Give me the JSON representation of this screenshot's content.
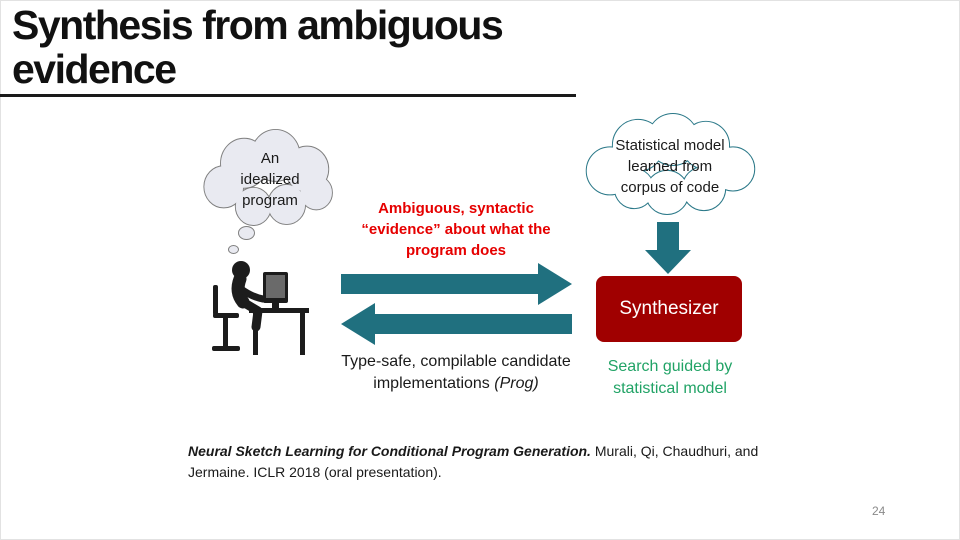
{
  "colors": {
    "teal": "#20707F",
    "dark_red": "#A00000",
    "red_text": "#E60000",
    "green_text": "#21A366",
    "cloud_fill": "#E9EAF1",
    "cloud_stroke": "#7F7F7F",
    "stat_cloud_stroke": "#2A7888"
  },
  "slide": {
    "title": "Synthesis from ambiguous\nevidence",
    "page_number": "24"
  },
  "diagram": {
    "thought_cloud_text": "An\nidealized\nprogram",
    "stat_cloud_text": "Statistical model\nlearned from\ncorpus of code",
    "ambiguous_label": "Ambiguous, syntactic\n“evidence” about what the\nprogram does",
    "candidate_label": "Type-safe, compilable candidate implementations ",
    "candidate_label_suffix": "(Prog)",
    "synthesizer_label": "Synthesizer",
    "search_label": "Search guided by\nstatistical model"
  },
  "citation": {
    "title": "Neural Sketch Learning for Conditional Program Generation.",
    "authors": " Murali, Qi, Chaudhuri, and Jermaine. ICLR 2018 (oral presentation)."
  }
}
